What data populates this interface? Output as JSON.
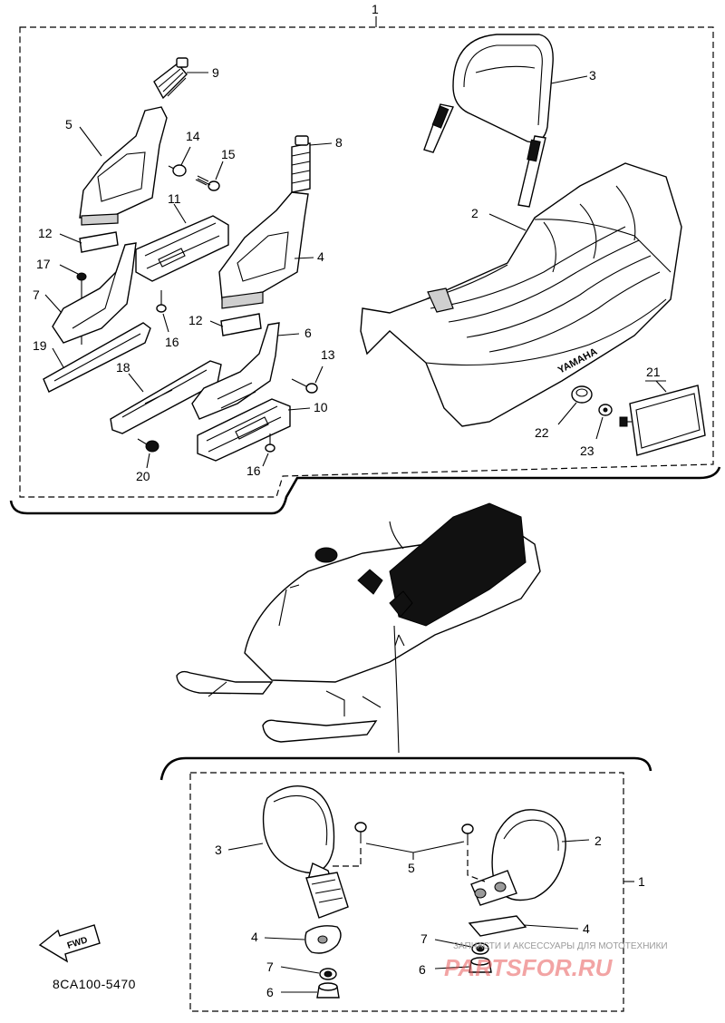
{
  "upper_assembly": {
    "group_label": "1",
    "labels": {
      "p2": "2",
      "p3": "3",
      "p4": "4",
      "p5": "5",
      "p6": "6",
      "p7": "7",
      "p8": "8",
      "p9": "9",
      "p10": "10",
      "p11": "11",
      "p12a": "12",
      "p12b": "12",
      "p13": "13",
      "p14": "14",
      "p15": "15",
      "p16a": "16",
      "p16b": "16",
      "p17": "17",
      "p18": "18",
      "p19": "19",
      "p20": "20",
      "p21": "21",
      "p22": "22",
      "p23": "23"
    },
    "seat_brand": "YAMAHA"
  },
  "lower_assembly": {
    "group_label": "1",
    "labels": {
      "p2": "2",
      "p3": "3",
      "p4a": "4",
      "p4b": "4",
      "p5": "5",
      "p6a": "6",
      "p6b": "6",
      "p7a": "7",
      "p7b": "7"
    }
  },
  "fwd_badge": "FWD",
  "diagram_code": "8CA100-5470",
  "watermark": {
    "tagline": "ЗАПЧАСТИ И АКСЕССУАРЫ ДЛЯ МОТОТЕХНИКИ",
    "site": "PARTSFOR.RU"
  }
}
